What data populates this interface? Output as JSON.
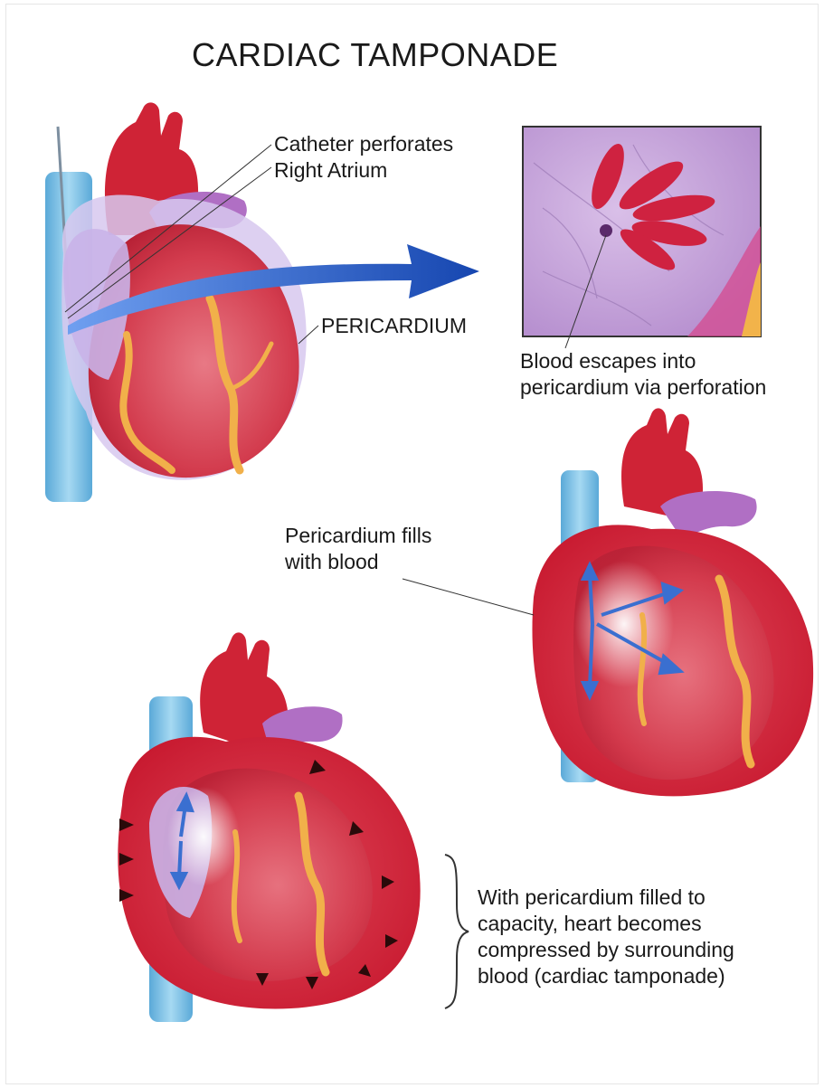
{
  "title": "CARDIAC TAMPONADE",
  "labels": {
    "catheter": [
      "Catheter perforates",
      "Right Atrium"
    ],
    "pericardium": "PERICARDIUM",
    "escape": [
      "Blood escapes into",
      "pericardium via perforation"
    ],
    "fills": [
      "Pericardium fills",
      "with blood"
    ],
    "tamponade": [
      "With pericardium filled to",
      "capacity, heart becomes",
      "compressed by surrounding",
      "blood (cardiac tamponade)"
    ]
  },
  "colors": {
    "heart_red": "#d8384a",
    "pericardium_violet": "#c9a8e0",
    "vessel_blue": "#7ec3e8",
    "arrow_blue": "#1c5bc4",
    "coronary_yellow": "#f6c56a",
    "inset_bg": "#c9a6db"
  }
}
